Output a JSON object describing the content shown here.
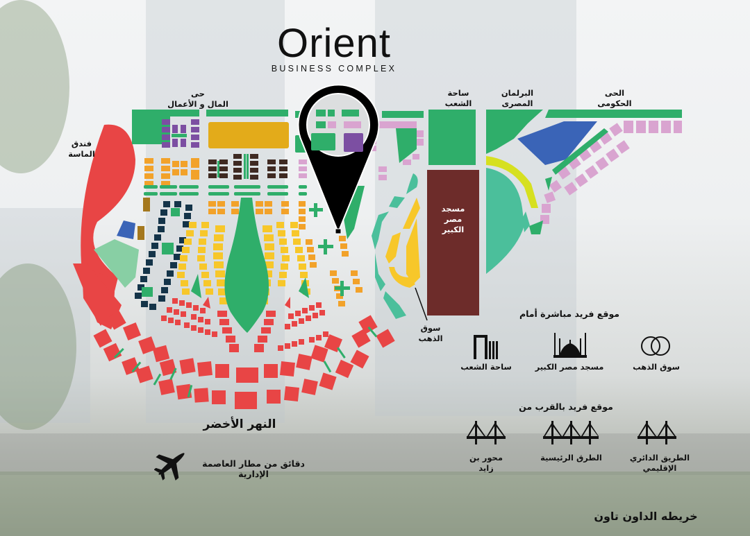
{
  "logo": {
    "brand": "Orient",
    "subtitle": "BUSINESS COMPLEX"
  },
  "map_labels": {
    "business_district": [
      "حى",
      "المال و الأعمال"
    ],
    "diamond_hotel": [
      "فندق",
      "الماسة"
    ],
    "people_square": [
      "ساحة",
      "الشعب"
    ],
    "egyptian_parliament": [
      "البرلمان",
      "المصرى"
    ],
    "government_district": [
      "الحى",
      "الحكومى"
    ],
    "grand_mosque": [
      "مسجد",
      "مصر",
      "الكبير"
    ],
    "gold_market": [
      "سوق",
      "الذهب"
    ],
    "green_river": "النهر الأخضر"
  },
  "location_pin": {
    "icon": "map-pin-icon",
    "color": "#000000"
  },
  "nearby_front": {
    "title": "موقع فريد مباشرة أمام",
    "items": [
      {
        "label": "ساحة الشعب",
        "icon": "people-square-icon"
      },
      {
        "label": "مسجد مصر الكبير",
        "icon": "mosque-icon"
      },
      {
        "label": "سوق الذهب",
        "icon": "gold-rings-icon"
      }
    ]
  },
  "nearby_close": {
    "title": "موقع فريد بالقرب من",
    "items": [
      {
        "label": "محور بن زايد",
        "icon": "bridge-icon"
      },
      {
        "label": "الطرق الرئيسية",
        "icon": "bridge-icon"
      },
      {
        "label": "الطريق الدائري الإقليمي",
        "icon": "bridge-icon"
      }
    ]
  },
  "airport": {
    "label": "دقائق من مطار العاصمة الإدارية",
    "icon": "airplane-icon"
  },
  "footer_title": "خريطه الداون تاون",
  "colors": {
    "green": "#2fae6a",
    "teal": "#4bbf9b",
    "red": "#e84545",
    "orange": "#f2a22a",
    "yellow": "#f7c72a",
    "mustard": "#e3ab1a",
    "purple": "#7c4fa2",
    "lilac": "#d9a4d0",
    "navy": "#143449",
    "brown": "#3f2a22",
    "maroon": "#6d2c2a",
    "blue": "#3a64b7",
    "lime": "#d6e020",
    "olive": "#a4781e",
    "pale_green": "#88cfa4"
  }
}
